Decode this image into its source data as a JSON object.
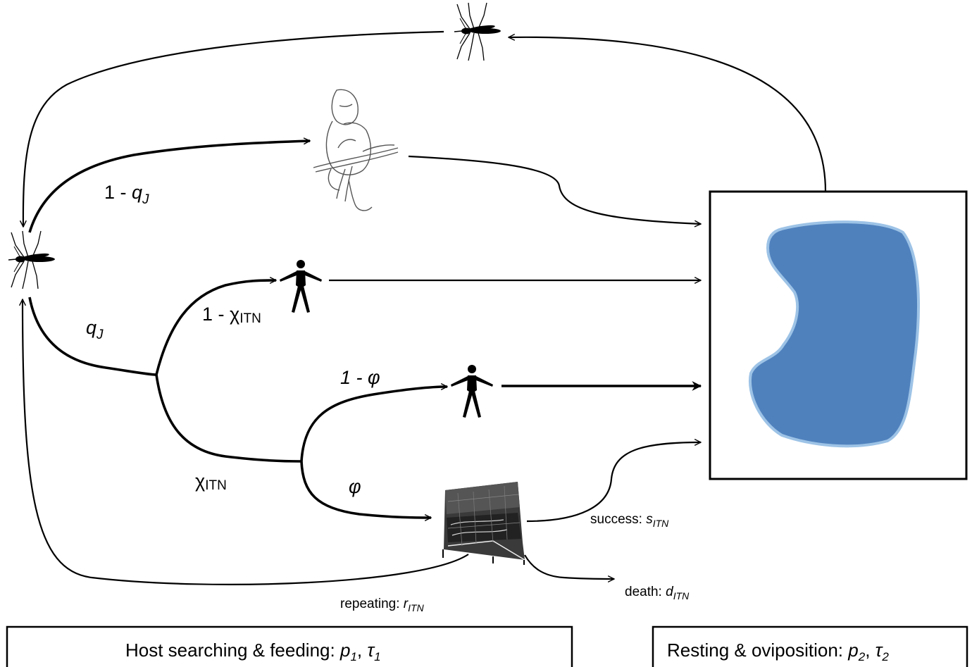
{
  "labels": {
    "prob_1_minus_qj": {
      "prefix": "1 - ",
      "sym": "q",
      "sub": "J"
    },
    "prob_qj": {
      "sym": "q",
      "sub": "J"
    },
    "prob_1_minus_chi": {
      "prefix": "1 - ",
      "sym": "χ",
      "sub": "ITN"
    },
    "prob_chi": {
      "sym": "χ",
      "sub": "ITN"
    },
    "prob_1_minus_phi": {
      "text": "1 - φ"
    },
    "prob_phi": {
      "text": "φ"
    },
    "success": {
      "prefix": "success: ",
      "sym": "s",
      "sub": "ITN"
    },
    "death": {
      "prefix": "death: ",
      "sym": "d",
      "sub": "ITN"
    },
    "repeating": {
      "prefix": "repeating: ",
      "sym": "r",
      "sub": "ITN"
    }
  },
  "phase_boxes": {
    "host_search": {
      "prefix": "Host searching & feeding: ",
      "p": "p",
      "p_sub": "1",
      "sep": ", ",
      "t": "τ",
      "t_sub": "1"
    },
    "resting": {
      "prefix": "Resting & oviposition: ",
      "p": "p",
      "p_sub": "2",
      "sep": ", ",
      "t": "τ",
      "t_sub": "2"
    }
  },
  "icons": [
    "mosquito-icon",
    "monkey-icon",
    "human-icon",
    "bed-net-icon",
    "resting-site-blob"
  ],
  "colors": {
    "blob_fill": "#4f81bd",
    "blob_stroke": "#9dc3e6",
    "line": "#000000"
  }
}
